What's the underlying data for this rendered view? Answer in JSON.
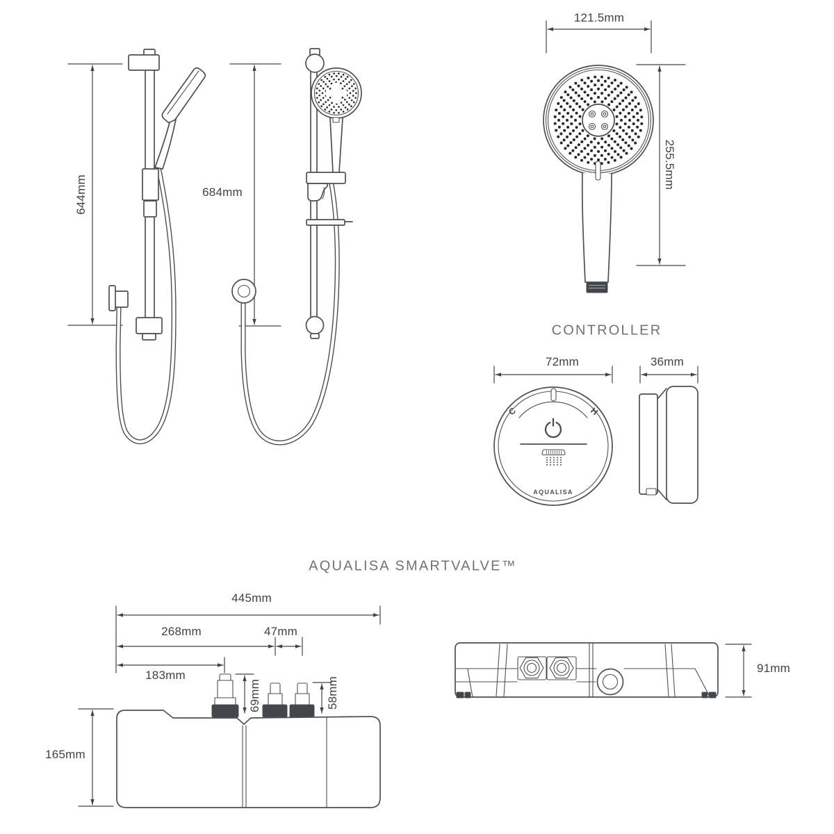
{
  "drawing": {
    "background": "#ffffff",
    "colors": {
      "line": "#4b4f54",
      "dimension": "#3f4347",
      "label_text": "#3e4247",
      "title_text": "#6d737b",
      "dark_fill": "#43474b",
      "dot": "#26292d"
    }
  },
  "rail_kit": {
    "side_view": {
      "height_label": "644mm"
    },
    "front_view": {
      "height_label": "684mm"
    }
  },
  "handset": {
    "width_label": "121.5mm",
    "height_label": "255.5mm"
  },
  "controller": {
    "title": "CONTROLLER",
    "face": {
      "width_label": "72mm",
      "cold_label": "C",
      "hot_label": "H",
      "brand_label": "AQUALISA"
    },
    "side_view": {
      "depth_label": "36mm"
    }
  },
  "smartvalve": {
    "title": "AQUALISA SMARTVALVE™",
    "front_view": {
      "overall_width_label": "445mm",
      "hot_inlet_offset_label": "268mm",
      "inlet_spacing_label": "47mm",
      "outlet_offset_label": "183mm",
      "outlet_spigot_height_label": "69mm",
      "inlet_spigot_height_label": "58mm",
      "body_height_label": "165mm"
    },
    "top_view": {
      "body_depth_label": "91mm"
    }
  }
}
